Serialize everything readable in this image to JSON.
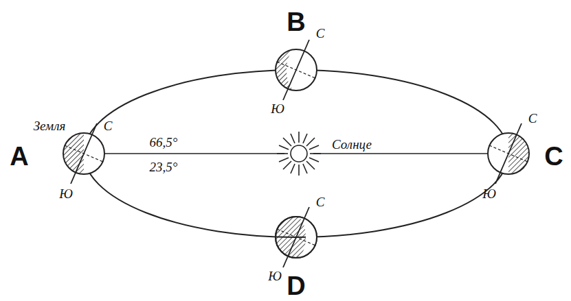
{
  "diagram": {
    "labels": [
      "B",
      "С",
      "Ю",
      "Земля",
      "С",
      "66,5°",
      "Солнце",
      "С",
      "A",
      "C",
      "23,5°",
      "Ю",
      "Ю",
      "С",
      "Ю",
      "D"
    ]
  }
}
